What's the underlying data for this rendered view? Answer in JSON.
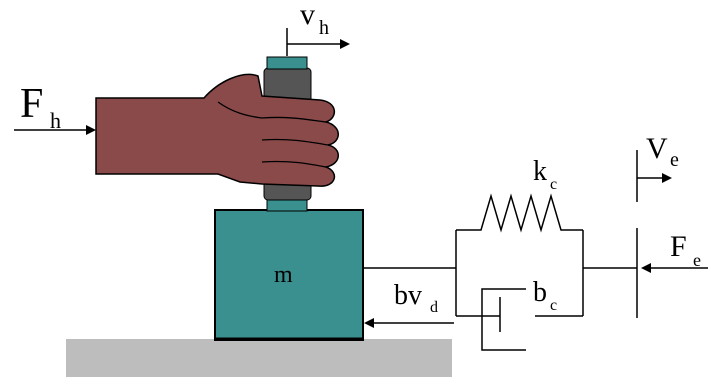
{
  "labels": {
    "F": "F",
    "h": "h",
    "v": "v",
    "V": "V",
    "e": "e",
    "k": "k",
    "b": "b",
    "c": "c",
    "m": "m",
    "bv": "bv",
    "d": "d"
  },
  "colors": {
    "mass": "#3a8f8f",
    "hand": "#8b4a4a",
    "grip": "#555555",
    "ground": "#bdbdbd",
    "line": "#000000"
  },
  "icons": [
    "hand-icon"
  ]
}
